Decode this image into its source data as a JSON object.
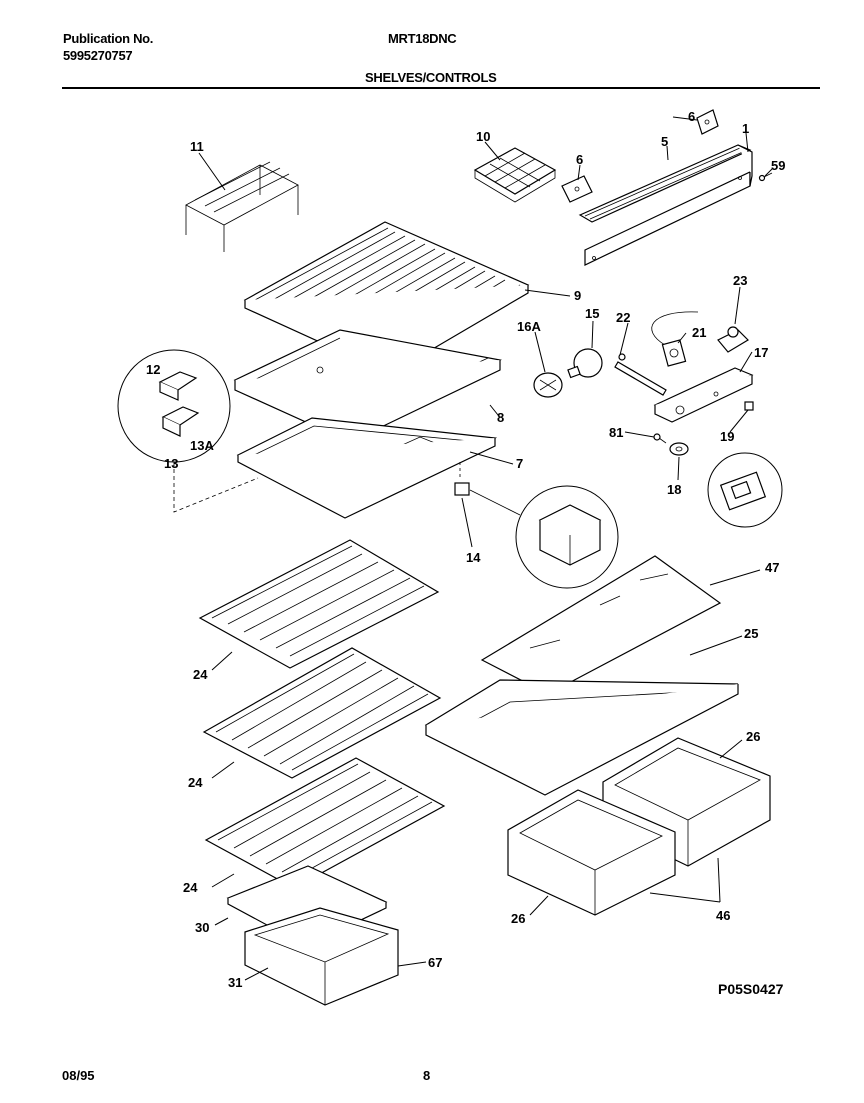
{
  "header": {
    "publication_label": "Publication No.",
    "publication_number": "5995270757",
    "model": "MRT18DNC",
    "section_title": "SHELVES/CONTROLS"
  },
  "callouts": {
    "c1": "1",
    "c5": "5",
    "c6a": "6",
    "c6b": "6",
    "c59": "59",
    "c10": "10",
    "c11": "11",
    "c9": "9",
    "c15": "15",
    "c16a": "16A",
    "c22": "22",
    "c21": "21",
    "c23": "23",
    "c17": "17",
    "c12": "12",
    "c13a": "13A",
    "c13": "13",
    "c8": "8",
    "c7": "7",
    "c81": "81",
    "c19": "19",
    "c18": "18",
    "c14": "14",
    "c47": "47",
    "c25": "25",
    "c24a": "24",
    "c24b": "24",
    "c24c": "24",
    "c26a": "26",
    "c26b": "26",
    "c46": "46",
    "c30": "30",
    "c31": "31",
    "c67": "67"
  },
  "footer": {
    "date": "08/95",
    "page": "8",
    "figure_code": "P05S0427"
  }
}
